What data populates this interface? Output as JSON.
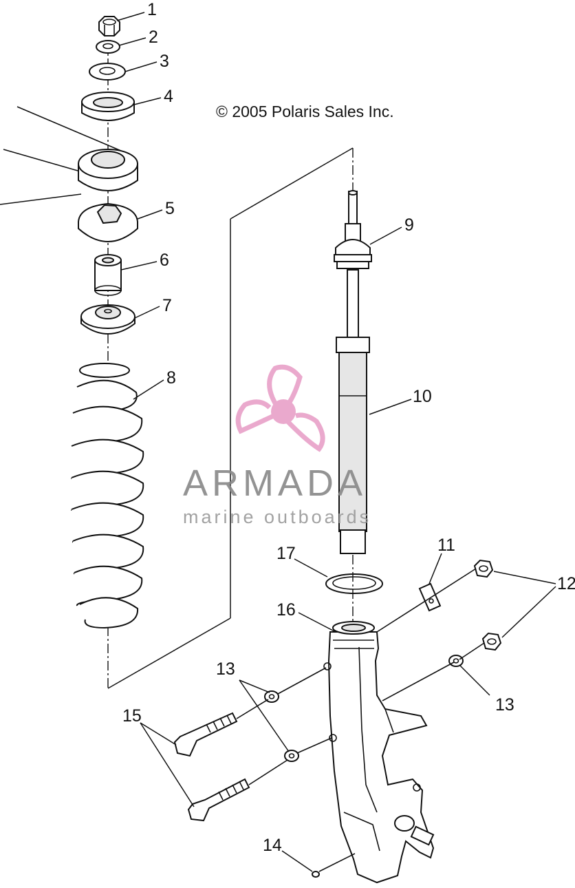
{
  "copyright": "© 2005 Polaris Sales Inc.",
  "watermark": {
    "brand": "ARMADA",
    "tagline": "marine outboards",
    "logo_icon": "propeller-logo-icon",
    "logo_color": "#e8a0c8",
    "text_color": "#888888"
  },
  "callouts": {
    "c1": "1",
    "c2": "2",
    "c3": "3",
    "c4": "4",
    "c5": "5",
    "c6": "6",
    "c7": "7",
    "c8": "8",
    "c9": "9",
    "c10": "10",
    "c11": "11",
    "c12": "12",
    "c13a": "13",
    "c13b": "13",
    "c14": "14",
    "c15": "15",
    "c16": "16",
    "c17": "17"
  }
}
